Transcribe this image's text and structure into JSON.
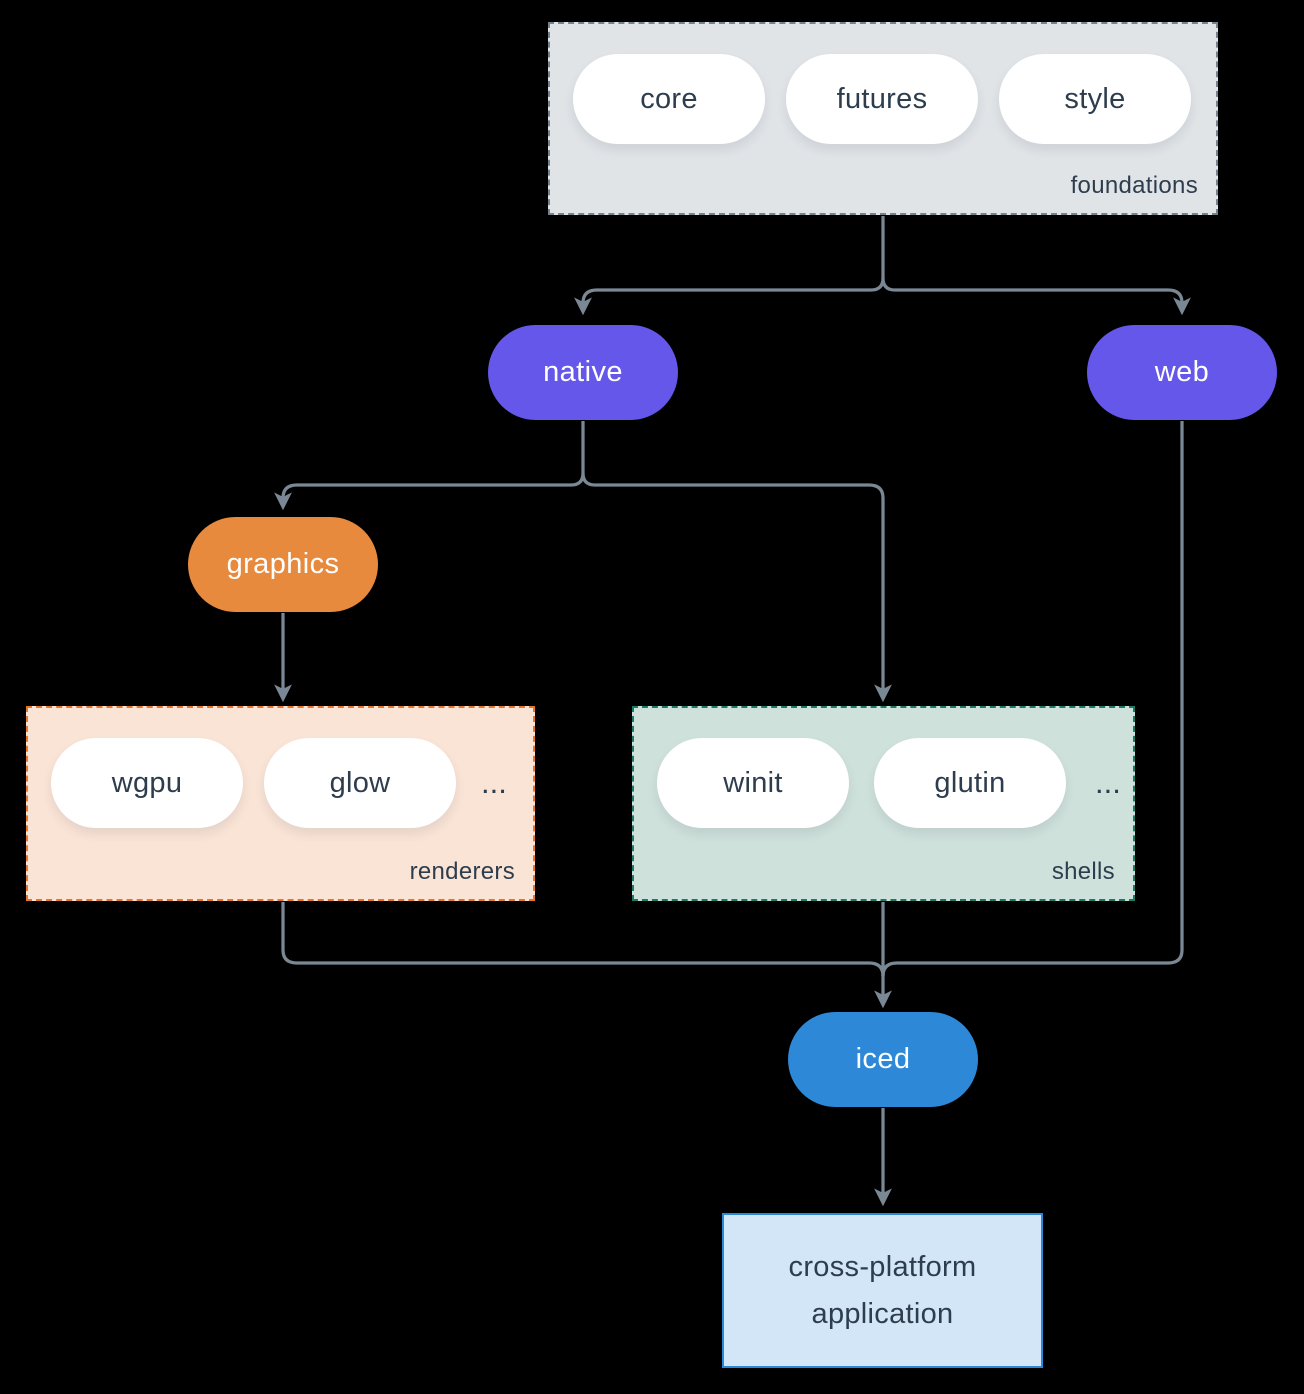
{
  "colors": {
    "background": "#000000",
    "line": "#7a8794",
    "text_dark": "#2e3d4d",
    "pill_white": "#ffffff",
    "purple": "#6457ea",
    "orange": "#e78a3d",
    "blue": "#2d89d8",
    "foundations_fill": "#e0e4e7",
    "foundations_border": "#76828e",
    "renderers_fill": "#fae4d6",
    "renderers_border": "#e6762a",
    "shells_fill": "#cfe1db",
    "shells_border": "#1d7a66",
    "app_fill": "#d3e6f7",
    "app_border": "#2d87d8"
  },
  "foundations": {
    "label": "foundations",
    "pills": [
      "core",
      "futures",
      "style"
    ]
  },
  "native": {
    "label": "native"
  },
  "web": {
    "label": "web"
  },
  "graphics": {
    "label": "graphics"
  },
  "renderers": {
    "label": "renderers",
    "pills": [
      "wgpu",
      "glow"
    ],
    "ellipsis": "..."
  },
  "shells": {
    "label": "shells",
    "pills": [
      "winit",
      "glutin"
    ],
    "ellipsis": "..."
  },
  "iced": {
    "label": "iced"
  },
  "application": {
    "label": "cross-platform application"
  }
}
